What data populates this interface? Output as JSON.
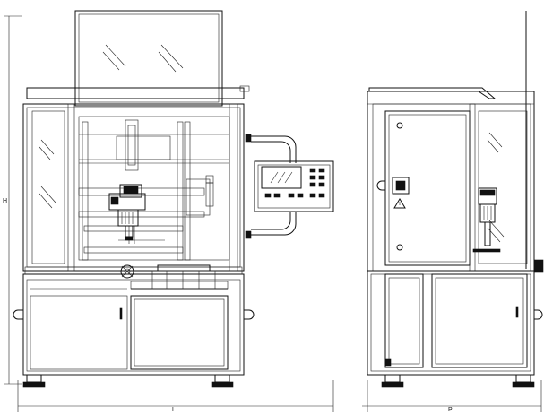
{
  "dimensions": {
    "height_label": "H",
    "length_label": "L",
    "depth_label": "P"
  }
}
